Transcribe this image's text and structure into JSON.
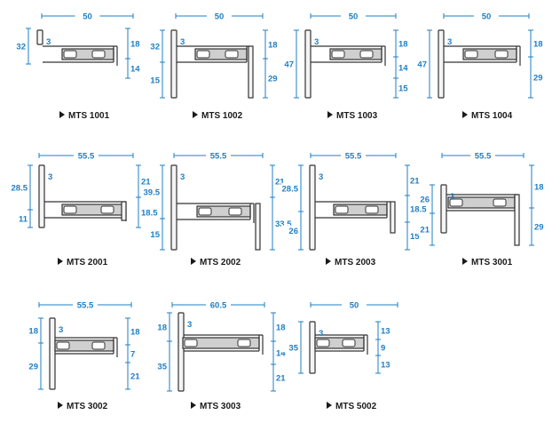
{
  "colors": {
    "dimension": "#1f7fc4",
    "profile_stroke": "#333333",
    "profile_fill": "#cfcfcf",
    "label": "#1a1a1a"
  },
  "icons": {
    "label_marker": "triangle-right-icon"
  },
  "profiles": [
    {
      "name": "MTS 1001",
      "width": "50",
      "thickness": "3",
      "left": [
        "32"
      ],
      "right": [
        "18",
        "14"
      ]
    },
    {
      "name": "MTS 1002",
      "width": "50",
      "thickness": "3",
      "left": [
        "32",
        "15"
      ],
      "right": [
        "18",
        "29"
      ]
    },
    {
      "name": "MTS 1003",
      "width": "50",
      "thickness": "3",
      "left": [
        "47"
      ],
      "right": [
        "18",
        "14",
        "15"
      ]
    },
    {
      "name": "MTS 1004",
      "width": "50",
      "thickness": "3",
      "left": [
        "47"
      ],
      "right": [
        "18",
        "29"
      ]
    },
    {
      "name": "MTS 2001",
      "width": "55.5",
      "thickness": "3",
      "left": [
        "28.5",
        "11"
      ],
      "right": [
        "21",
        "18.5"
      ]
    },
    {
      "name": "MTS 2002",
      "width": "55.5",
      "thickness": "3",
      "left": [
        "39.5",
        "15"
      ],
      "right": [
        "21",
        "33.5"
      ]
    },
    {
      "name": "MTS 2003",
      "width": "55.5",
      "thickness": "3",
      "left": [
        "28.5",
        "26"
      ],
      "right": [
        "21",
        "18.5",
        "15"
      ]
    },
    {
      "name": "MTS 3001",
      "width": "55.5",
      "thickness": "3",
      "left": [
        "26",
        "21"
      ],
      "right": [
        "18",
        "29"
      ]
    },
    {
      "name": "MTS 3002",
      "width": "55.5",
      "thickness": "3",
      "left": [
        "18",
        "29"
      ],
      "right": [
        "18",
        "7",
        "21"
      ]
    },
    {
      "name": "MTS 3003",
      "width": "60.5",
      "thickness": "3",
      "left": [
        "18",
        "35"
      ],
      "right": [
        "18",
        "14",
        "21"
      ]
    },
    {
      "name": "MTS 5002",
      "width": "50",
      "thickness": "3",
      "left": [
        "35"
      ],
      "right": [
        "13",
        "9",
        "13"
      ]
    }
  ]
}
